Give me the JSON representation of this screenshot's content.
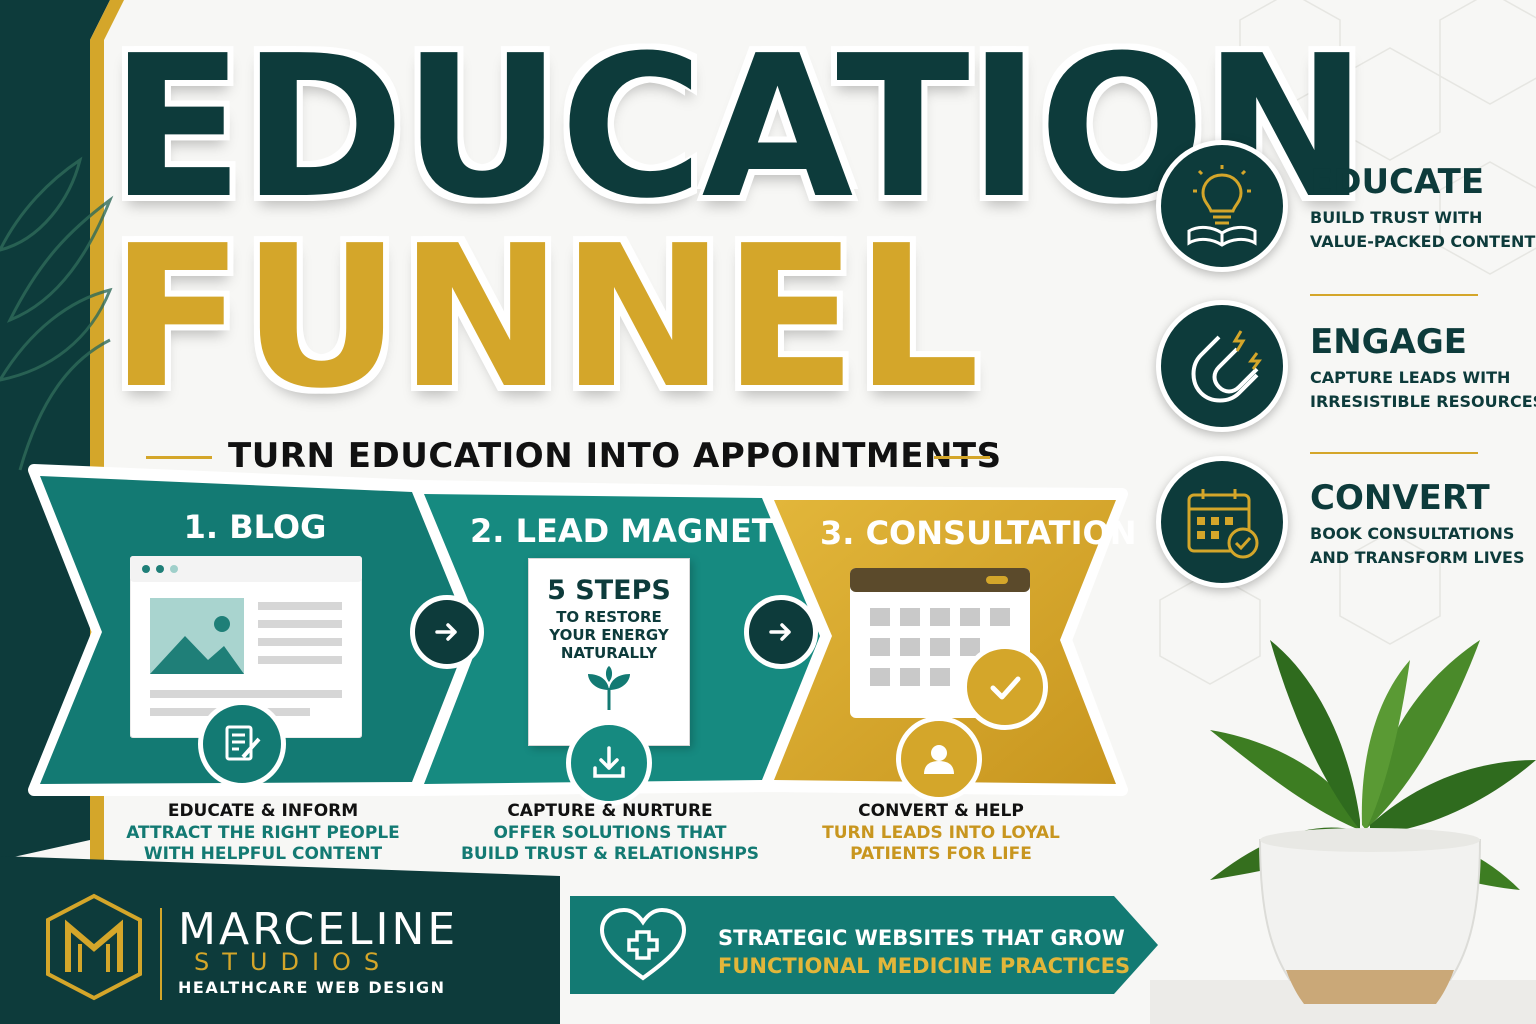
{
  "title": {
    "line1": "EDUCATION",
    "line2": "FUNNEL"
  },
  "subtitle": "TURN EDUCATION INTO APPOINTMENTS",
  "steps": [
    {
      "label": "1. BLOG",
      "caption_heading": "EDUCATE & INFORM",
      "caption_line1": "ATTRACT THE RIGHT PEOPLE",
      "caption_line2": "WITH HELPFUL CONTENT"
    },
    {
      "label": "2. LEAD MAGNET",
      "book_line1": "5 STEPS",
      "book_line2": "TO RESTORE",
      "book_line3": "YOUR ENERGY",
      "book_line4": "NATURALLY",
      "caption_heading": "CAPTURE & NURTURE",
      "caption_line1": "OFFER SOLUTIONS THAT",
      "caption_line2": "BUILD TRUST & RELATIONSHPS"
    },
    {
      "label": "3. CONSULTATION",
      "caption_heading": "CONVERT & HELP",
      "caption_line1": "TURN LEADS INTO LOYAL",
      "caption_line2": "PATIENTS FOR LIFE"
    }
  ],
  "side_items": [
    {
      "title": "EDUCATE",
      "line1": "BUILD TRUST WITH",
      "line2": "VALUE-PACKED CONTENT",
      "icon": "lightbulb-book-icon"
    },
    {
      "title": "ENGAGE",
      "line1": "CAPTURE LEADS WITH",
      "line2": "IRRESISTIBLE RESOURCES",
      "icon": "magnet-icon"
    },
    {
      "title": "CONVERT",
      "line1": "BOOK CONSULTATIONS",
      "line2": "AND TRANSFORM LIVES",
      "icon": "calendar-check-icon"
    }
  ],
  "brand": {
    "name": "MARCELINE",
    "sub": "STUDIOS",
    "tagline": "HEALTHCARE WEB DESIGN",
    "monogram": "M"
  },
  "banner": {
    "line1": "STRATEGIC WEBSITES THAT GROW",
    "line2": "FUNCTIONAL MEDICINE PRACTICES"
  },
  "colors": {
    "teal_dark": "#0d3b3b",
    "teal": "#137a73",
    "gold": "#d4a62a",
    "white": "#ffffff"
  }
}
